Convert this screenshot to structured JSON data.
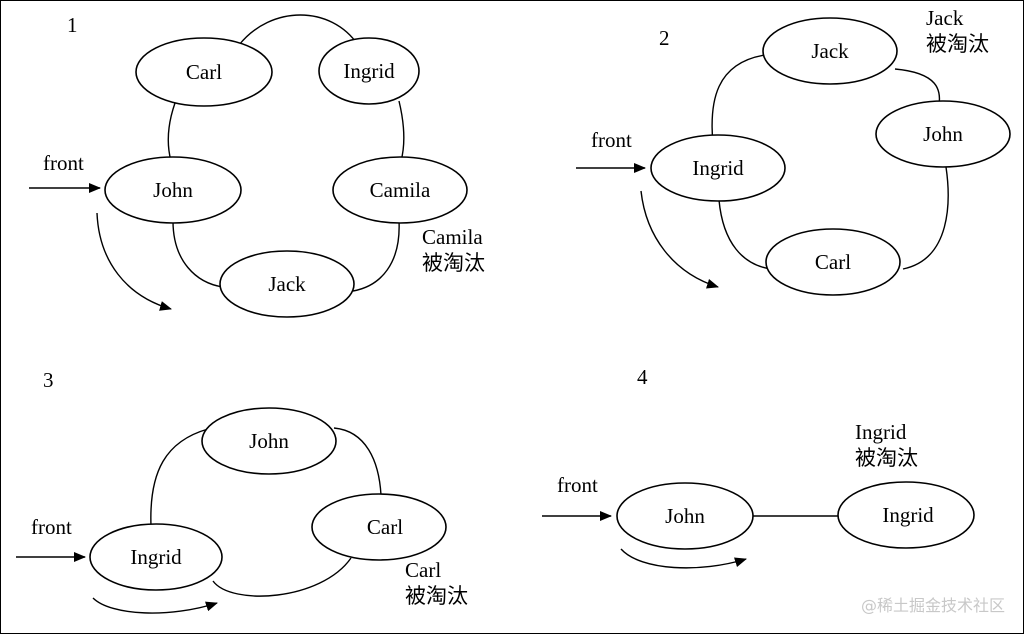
{
  "panels": [
    {
      "number": "1",
      "front_label": "front",
      "nodes": [
        "Carl",
        "Ingrid",
        "John",
        "Camila",
        "Jack"
      ],
      "eliminated": {
        "name": "Camila",
        "text": "被淘汰"
      }
    },
    {
      "number": "2",
      "front_label": "front",
      "nodes": [
        "Jack",
        "John",
        "Ingrid",
        "Carl"
      ],
      "eliminated": {
        "name": "Jack",
        "text": "被淘汰"
      }
    },
    {
      "number": "3",
      "front_label": "front",
      "nodes": [
        "John",
        "Carl",
        "Ingrid"
      ],
      "eliminated": {
        "name": "Carl",
        "text": "被淘汰"
      }
    },
    {
      "number": "4",
      "front_label": "front",
      "nodes": [
        "John",
        "Ingrid"
      ],
      "eliminated": {
        "name": "Ingrid",
        "text": "被淘汰"
      }
    }
  ],
  "watermark": "@稀土掘金技术社区"
}
